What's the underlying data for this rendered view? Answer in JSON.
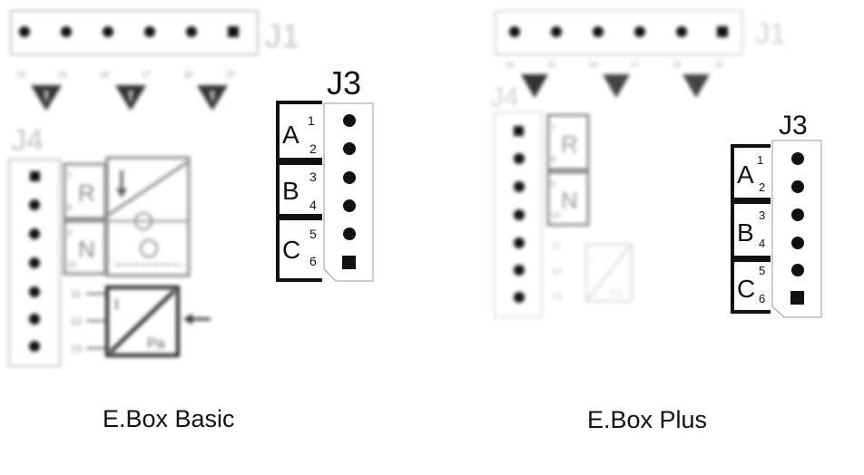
{
  "diagrams": [
    {
      "id": "basic",
      "caption": "E.Box Basic",
      "j1": {
        "label": "J1",
        "terminals": [
          "14",
          "15",
          "16",
          "17",
          "18",
          "19"
        ]
      },
      "j4": {
        "label": "J4",
        "terminals": [
          "7",
          "8",
          "9",
          "10",
          "11",
          "12",
          "13"
        ]
      },
      "j3": {
        "label": "J3",
        "groups": [
          {
            "letter": "A",
            "pins": [
              "1",
              "2"
            ]
          },
          {
            "letter": "B",
            "pins": [
              "3",
              "4"
            ]
          },
          {
            "letter": "C",
            "pins": [
              "5",
              "6"
            ]
          }
        ]
      },
      "symbols": {
        "r": "R",
        "n": "N",
        "i": "I",
        "pa": "Pa"
      }
    },
    {
      "id": "plus",
      "caption": "E.Box Plus",
      "j1": {
        "label": "J1",
        "terminals": [
          "14",
          "15",
          "16",
          "17",
          "18",
          "19"
        ]
      },
      "j4": {
        "label": "J4",
        "terminals": [
          "7",
          "8",
          "9",
          "10",
          "11",
          "12",
          "13"
        ]
      },
      "j3": {
        "label": "J3",
        "groups": [
          {
            "letter": "A",
            "pins": [
              "1",
              "2"
            ]
          },
          {
            "letter": "B",
            "pins": [
              "3",
              "4"
            ]
          },
          {
            "letter": "C",
            "pins": [
              "5",
              "6"
            ]
          }
        ]
      },
      "symbols": {
        "r": "R",
        "n": "N",
        "i": "I",
        "pa": "Pa"
      }
    }
  ]
}
